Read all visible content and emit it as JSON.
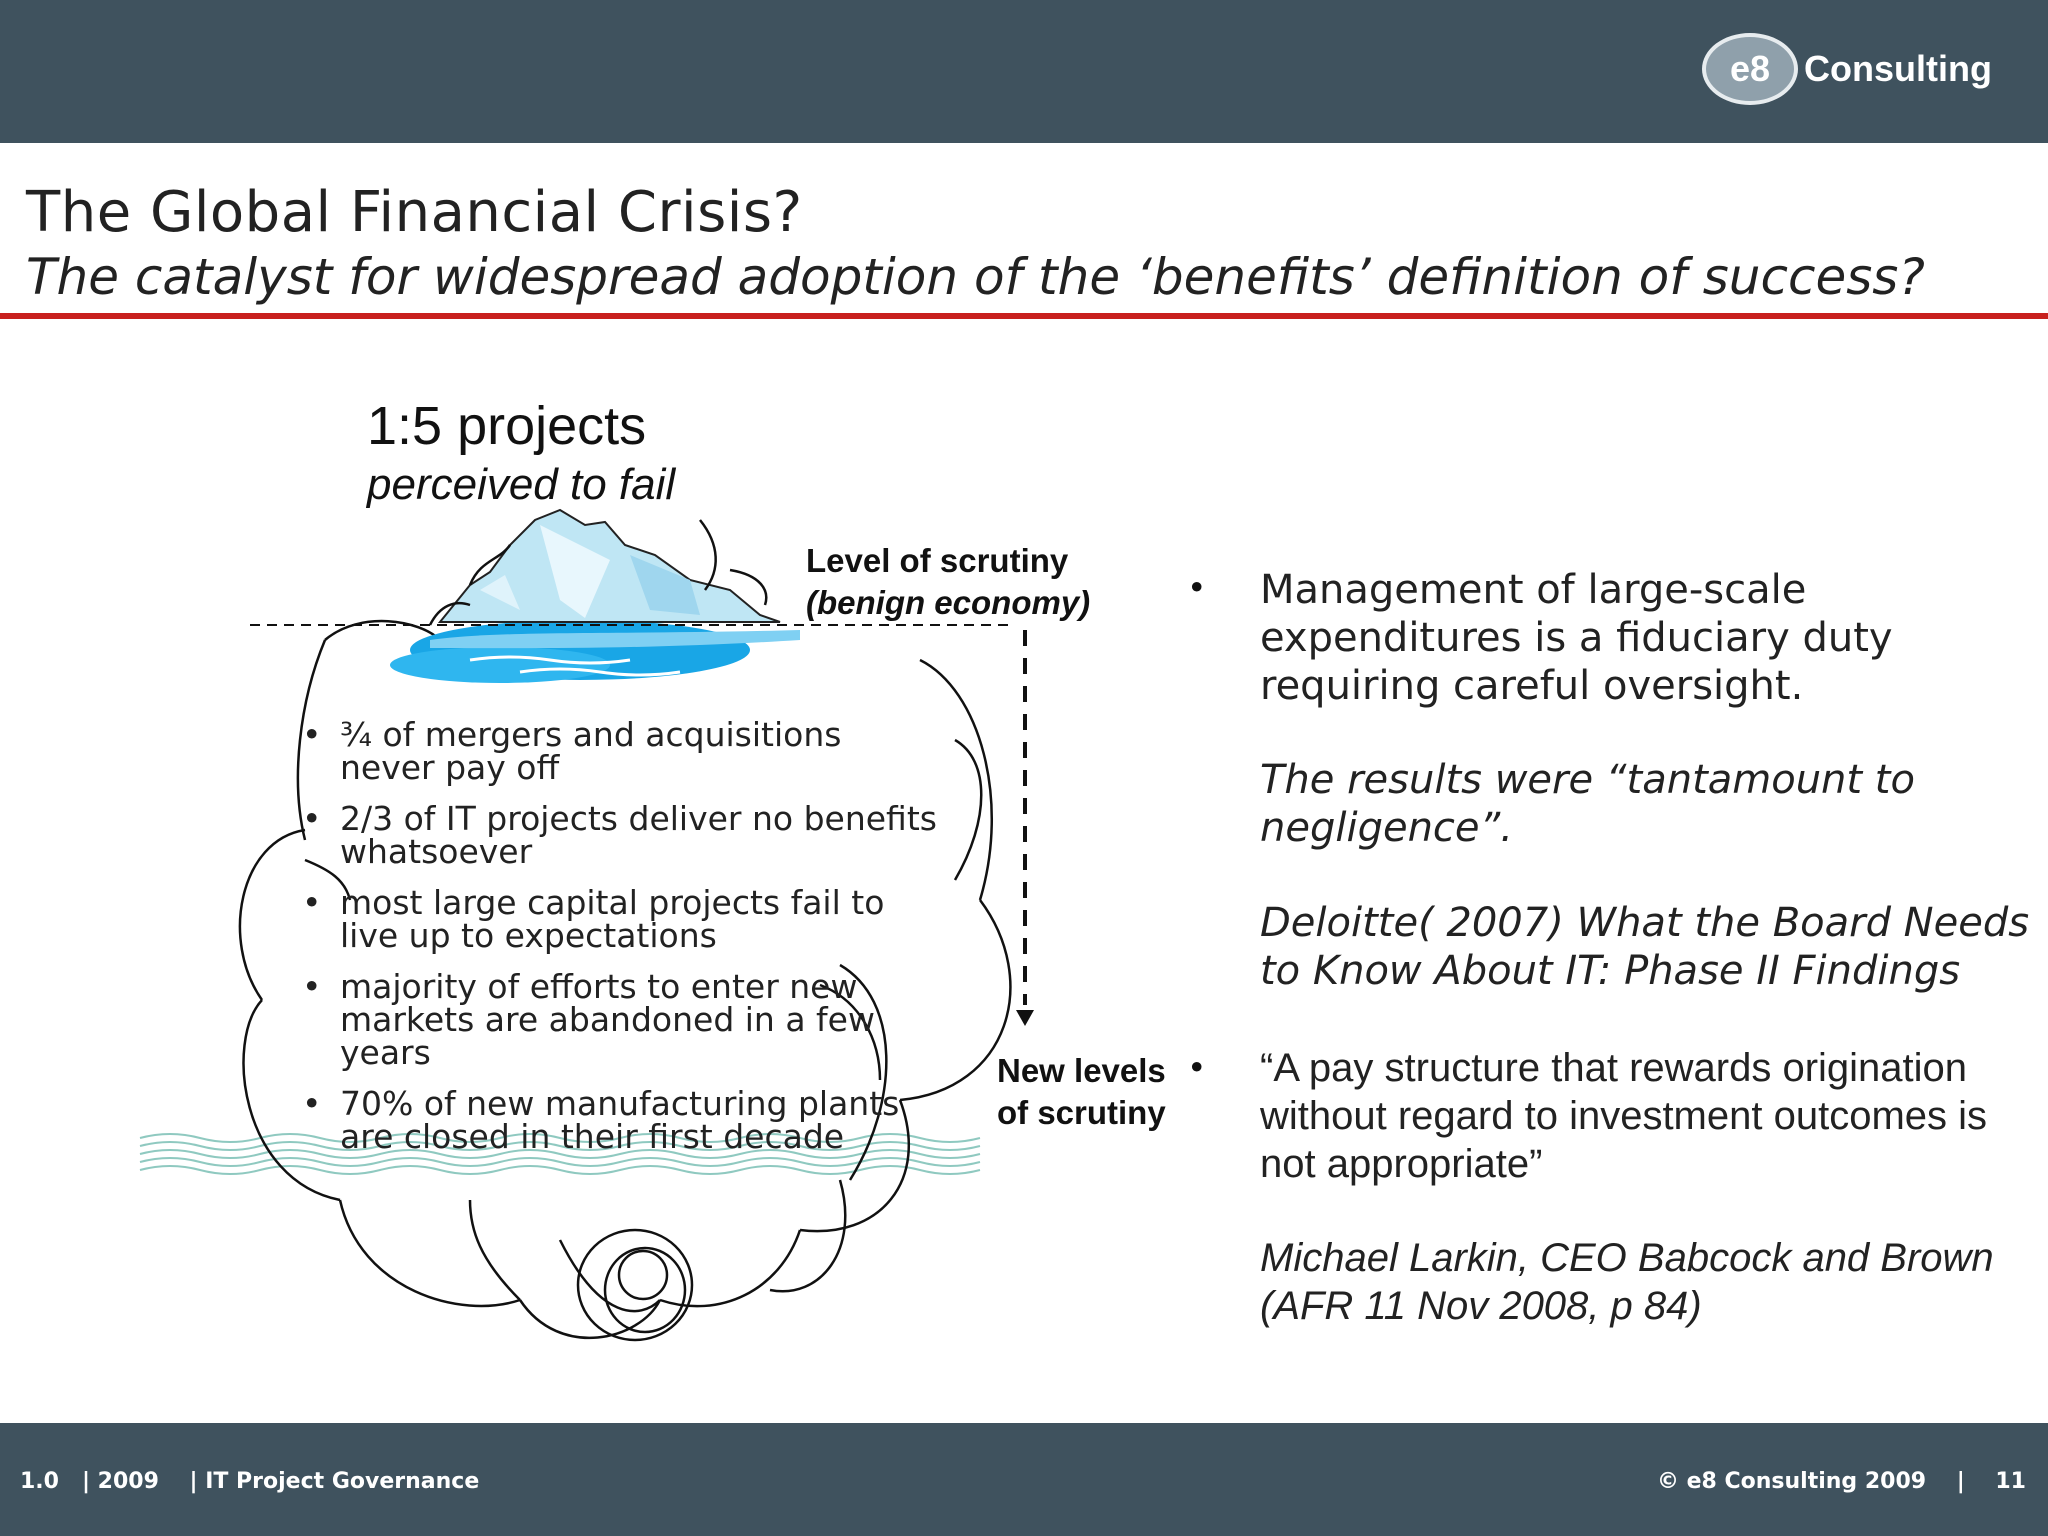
{
  "header": {
    "logo_mark": "e8",
    "logo_word": "Consulting"
  },
  "slide": {
    "title": "The Global Financial Crisis?",
    "subtitle": "The catalyst for widespread adoption of the ‘benefits’ definition of success?"
  },
  "iceberg": {
    "headline": "1:5 projects",
    "headline_sub": "perceived to fail",
    "scrutiny_line1": "Level of scrutiny",
    "scrutiny_line2": "(benign economy)",
    "new_levels_line1": "New levels",
    "new_levels_line2": "of scrutiny",
    "items": [
      {
        "line1": " ¾ of mergers and acquisitions",
        "line2": "never pay off"
      },
      {
        "line1": "2/3 of IT projects deliver no benefits",
        "line2": "whatsoever"
      },
      {
        "line1": "most large capital projects fail to",
        "line2": "live up to expectations"
      },
      {
        "line1": "majority of efforts to enter new",
        "line2": "markets are abandoned in a few",
        "line3": "years"
      },
      {
        "line1": " 70% of new manufacturing plants",
        "line2": "are closed in their first decade"
      }
    ]
  },
  "right": {
    "bullet1": {
      "p1": [
        "Management of large-scale",
        "expenditures is a fiduciary duty",
        "requiring careful oversight."
      ],
      "p2": [
        "The results were “tantamount to",
        "negligence”."
      ],
      "p3": [
        "Deloitte( 2007)  What the Board Needs",
        "to Know About IT: Phase II Findings"
      ]
    },
    "bullet2": {
      "p1": [
        "“A pay structure that rewards origination",
        "without regard to investment outcomes is",
        "not appropriate”"
      ],
      "p2": [
        "Michael Larkin, CEO Babcock and Brown",
        "(AFR 11 Nov 2008, p 84)"
      ]
    }
  },
  "footer": {
    "left": "1.0   | 2009    | IT Project Governance",
    "right": "© e8 Consulting 2009    |    11"
  },
  "colors": {
    "bar": "#3f525e",
    "rule": "#c8201e",
    "ice_light": "#bfe6f4",
    "water": "#19a6e6"
  }
}
